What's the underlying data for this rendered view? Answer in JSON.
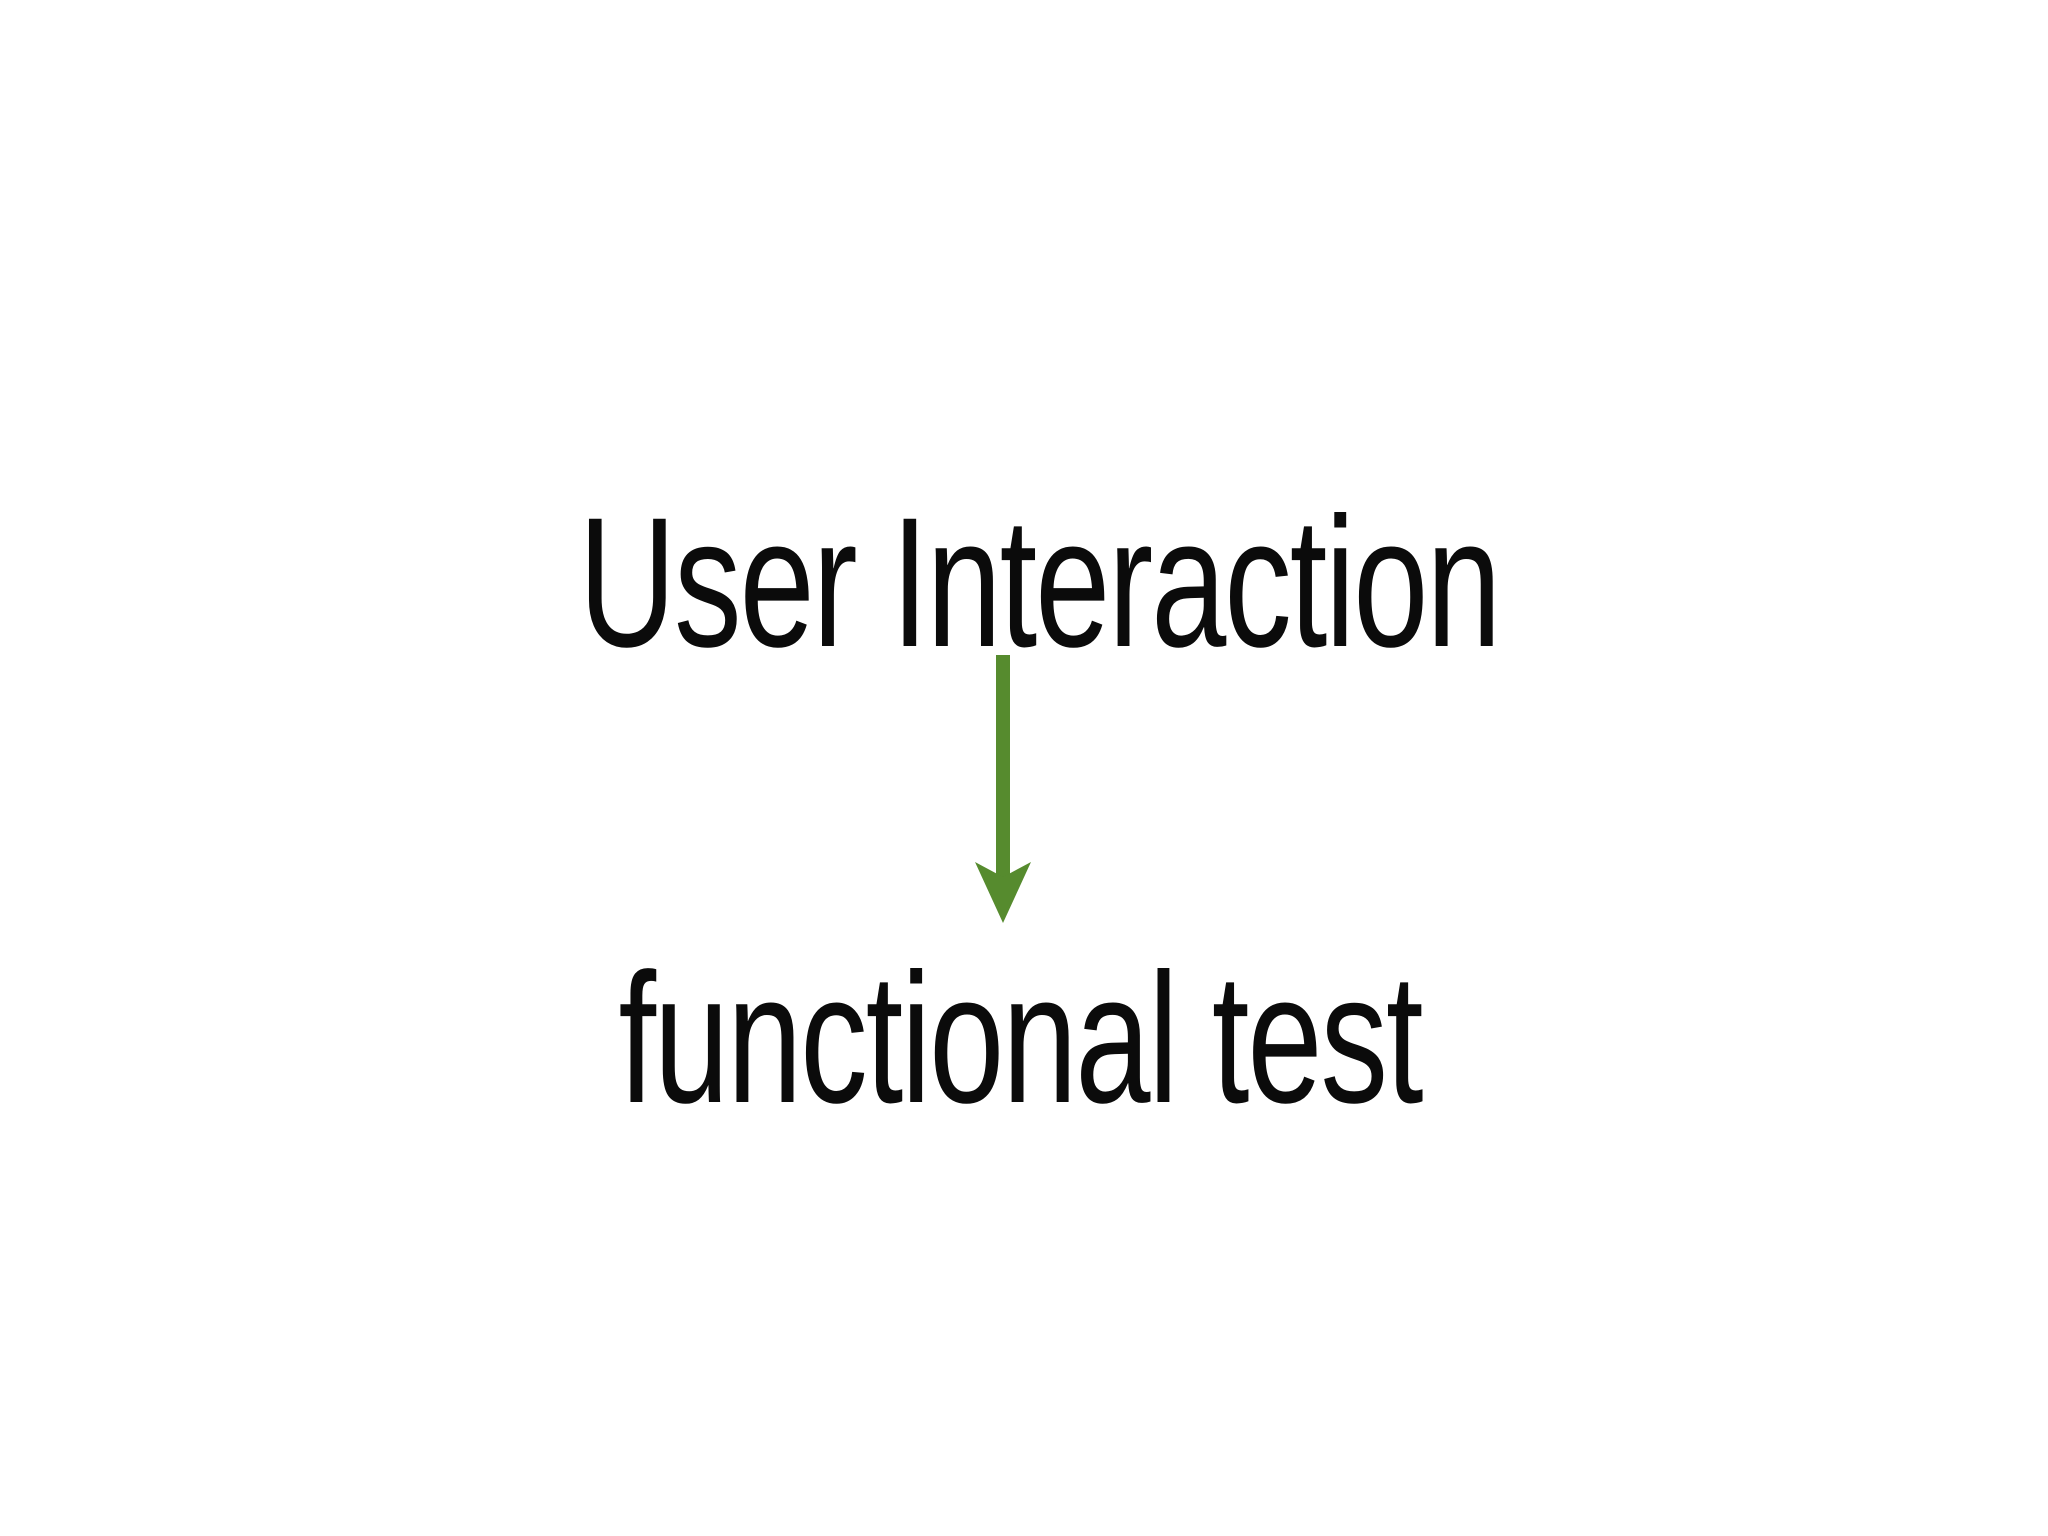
{
  "slide": {
    "background_color": "#ffffff",
    "text_color": "#0b0b0b",
    "title": "User Interaction",
    "subtitle": "functional test",
    "arrow": {
      "direction": "down",
      "color": "#568b2e",
      "connects_from": "User Interaction",
      "connects_to": "functional test"
    }
  }
}
